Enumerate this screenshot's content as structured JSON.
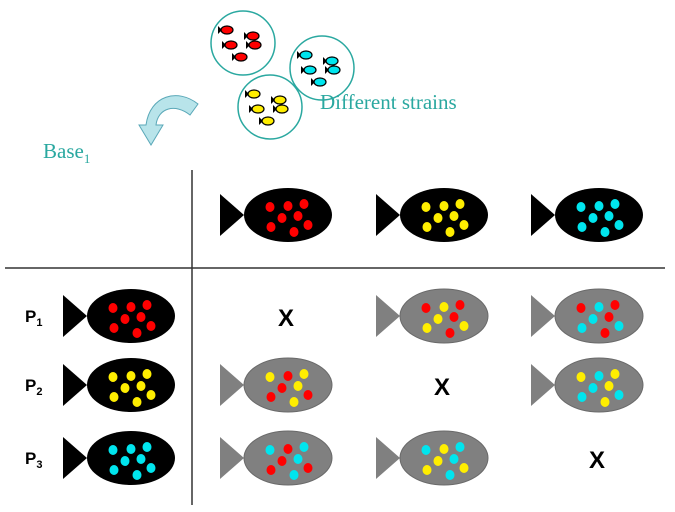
{
  "header": {
    "strains_label": "Different strains",
    "base_label": "Base",
    "base_subscript": "1"
  },
  "colors": {
    "red": "#ff0000",
    "yellow": "#ffee00",
    "cyan": "#00e5ee",
    "teal": "#2aa8a0",
    "parent_body": "#000000",
    "hybrid_body": "#808080"
  },
  "strains": [
    "red",
    "yellow",
    "cyan"
  ],
  "rows": [
    {
      "label": "P",
      "subscript": "1",
      "strain": "red"
    },
    {
      "label": "P",
      "subscript": "2",
      "strain": "yellow"
    },
    {
      "label": "P",
      "subscript": "3",
      "strain": "cyan"
    }
  ],
  "matrix_mark": "X"
}
